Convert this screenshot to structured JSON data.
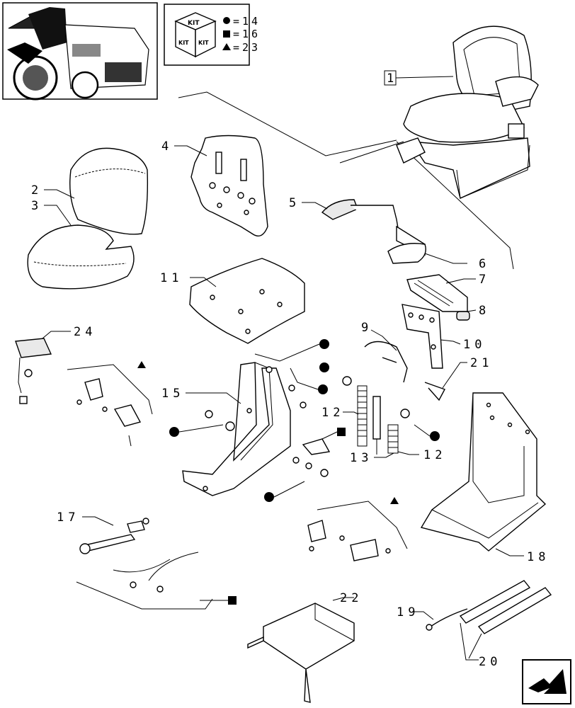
{
  "kit_legend": {
    "kit_word_top": "KIT",
    "kit_word_left": "KIT",
    "kit_word_right": "KIT",
    "entries": [
      {
        "symbol": "circle",
        "text": "=14"
      },
      {
        "symbol": "square",
        "text": "=16"
      },
      {
        "symbol": "triangle",
        "text": "=23"
      }
    ]
  },
  "part_labels": {
    "p1": "1",
    "p2": "2",
    "p3": "3",
    "p4": "4",
    "p5": "5",
    "p6": "6",
    "p7": "7",
    "p8": "8",
    "p9": "9",
    "p10": "10",
    "p11": "11",
    "p12a": "12",
    "p12b": "12",
    "p13": "13",
    "p15": "15",
    "p17": "17",
    "p18": "18",
    "p19": "19",
    "p20": "20",
    "p21": "21",
    "p22": "22",
    "p24": "24"
  },
  "icons": {
    "tractor_thumbnail": "tractor-cab-icon",
    "kit_cube": "kit-cube-icon",
    "next_page": "next-page-arrow-icon"
  }
}
